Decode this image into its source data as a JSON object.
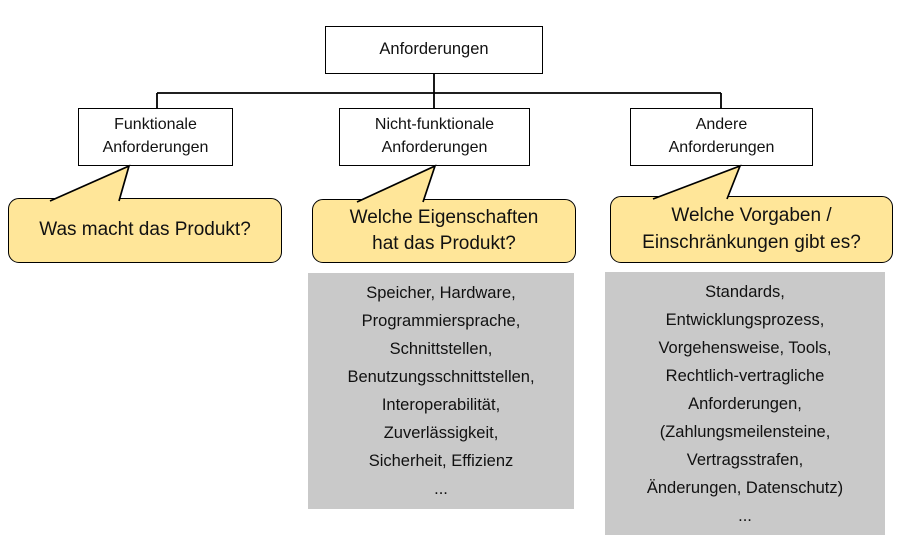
{
  "root": {
    "label": "Anforderungen"
  },
  "branches": [
    {
      "label": "Funktionale\nAnforderungen",
      "question": "Was macht das Produkt?"
    },
    {
      "label": "Nicht-funktionale\nAnforderungen",
      "question": "Welche Eigenschaften\nhat das Produkt?",
      "examples": "Speicher, Hardware,\nProgrammiersprache,\nSchnittstellen,\nBenutzungsschnittstellen,\nInteroperabilität,\nZuverlässigkeit,\nSicherheit, Effizienz\n..."
    },
    {
      "label": "Andere\nAnforderungen",
      "question": "Welche Vorgaben /\nEinschränkungen gibt es?",
      "examples": "Standards,\nEntwicklungsprozess,\nVorgehensweise, Tools,\nRechtlich-vertragliche\nAnforderungen,\n(Zahlungsmeilensteine,\nVertragsstrafen,\nÄnderungen, Datenschutz)\n..."
    }
  ],
  "colors": {
    "callout_fill": "#FFE699",
    "callout_border": "#000000",
    "examples_fill": "#C9C9C9",
    "node_fill": "#FFFFFF",
    "node_border": "#000000",
    "connector": "#000000",
    "text": "#111111",
    "background": "#FFFFFF"
  }
}
